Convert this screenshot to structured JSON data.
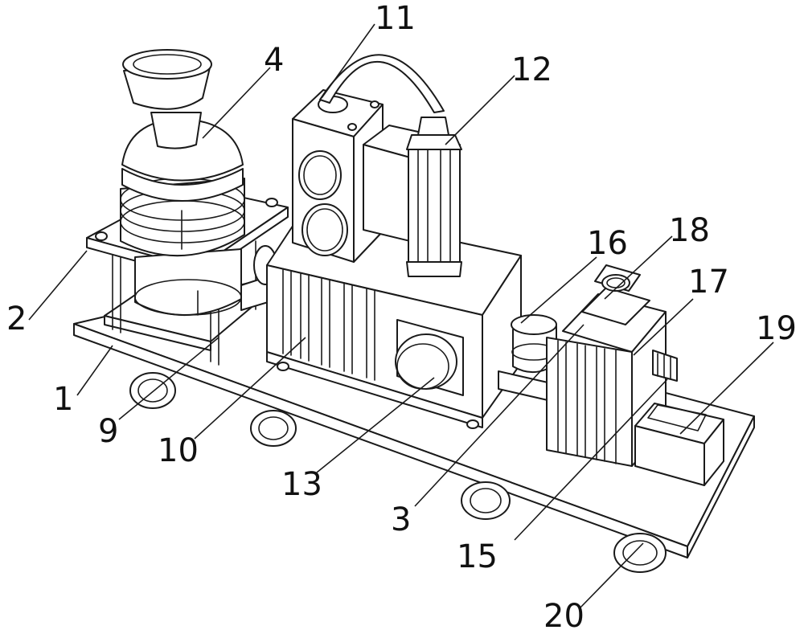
{
  "labels": [
    {
      "id": "1",
      "text": "1"
    },
    {
      "id": "2",
      "text": "2"
    },
    {
      "id": "3",
      "text": "3"
    },
    {
      "id": "4",
      "text": "4"
    },
    {
      "id": "9",
      "text": "9"
    },
    {
      "id": "10",
      "text": "10"
    },
    {
      "id": "11",
      "text": "11"
    },
    {
      "id": "12",
      "text": "12"
    },
    {
      "id": "13",
      "text": "13"
    },
    {
      "id": "15",
      "text": "15"
    },
    {
      "id": "16",
      "text": "16"
    },
    {
      "id": "17",
      "text": "17"
    },
    {
      "id": "18",
      "text": "18"
    },
    {
      "id": "19",
      "text": "19"
    },
    {
      "id": "20",
      "text": "20"
    }
  ],
  "style": {
    "line_color": "#1a1a1a",
    "background": "#ffffff"
  }
}
